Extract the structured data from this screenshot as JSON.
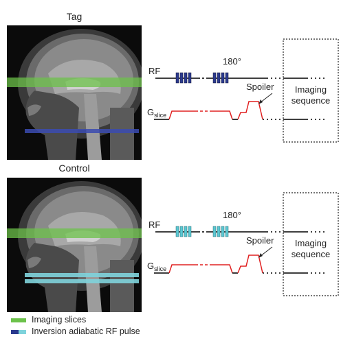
{
  "panels": [
    {
      "title": "Tag",
      "angle_label": "180°",
      "rf_label": "RF",
      "g_label_main": "G",
      "g_label_sub": "slice",
      "spoiler_label": "Spoiler",
      "imaging_label_1": "Imaging",
      "imaging_label_2": "sequence",
      "pulse_color": "#2b3a8e",
      "band_color": "#3b4bb0"
    },
    {
      "title": "Control",
      "angle_label": "180°",
      "rf_label": "RF",
      "g_label_main": "G",
      "g_label_sub": "slice",
      "spoiler_label": "Spoiler",
      "imaging_label_1": "Imaging",
      "imaging_label_2": "sequence",
      "pulse_color": "#5bc7d2",
      "band_color": "#7fd3dc"
    }
  ],
  "legend": [
    {
      "label": "Imaging slices",
      "color": "#6cc24a"
    },
    {
      "label": "Inversion adiabatic RF pulse",
      "color": "#2b3a8e",
      "color2": "#7fd3dc"
    }
  ],
  "colors": {
    "gradient": "#e02020",
    "imaging_band": "#6cc24a"
  }
}
